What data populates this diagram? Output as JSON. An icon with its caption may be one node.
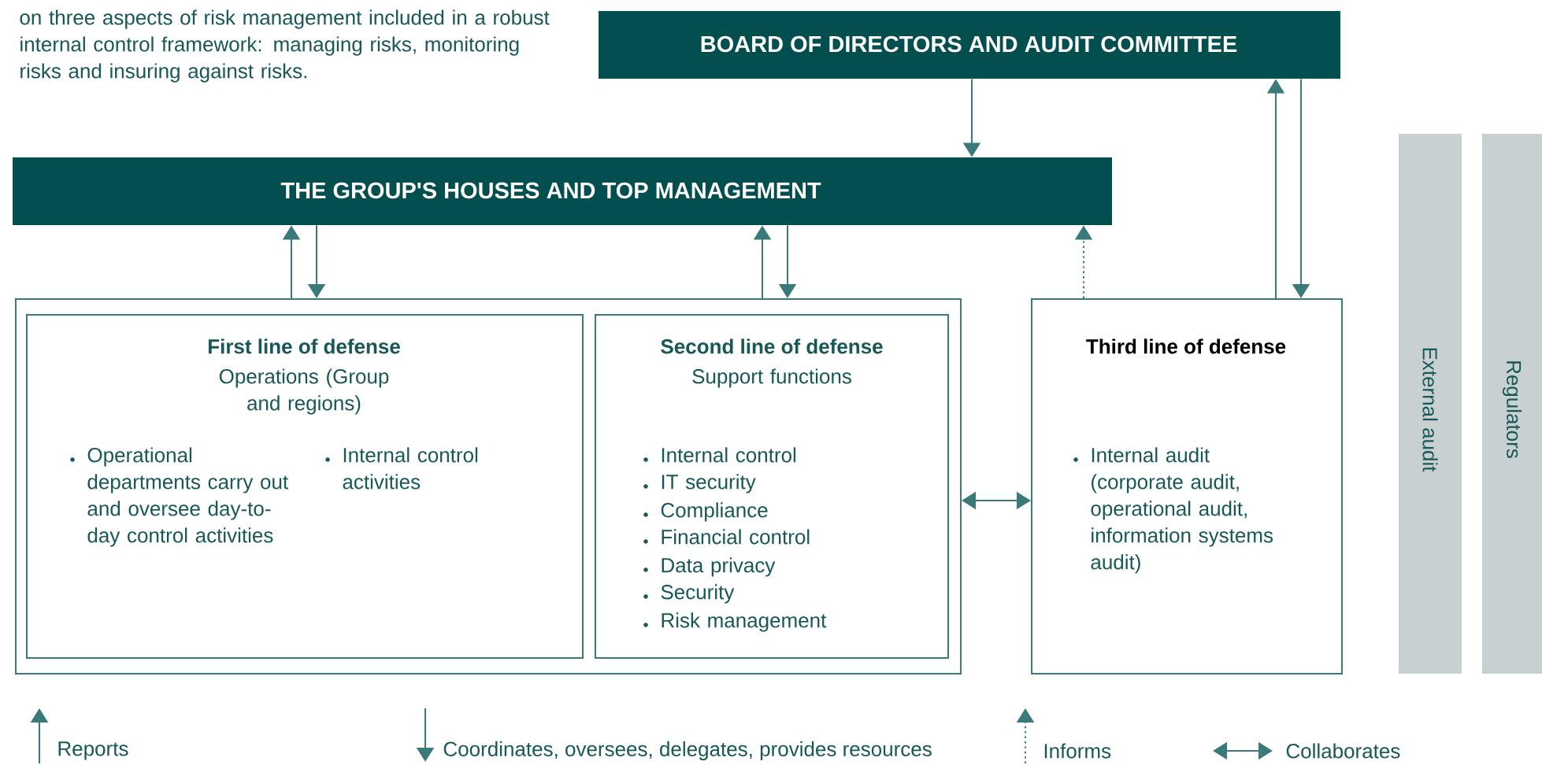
{
  "diagram": {
    "nodes": [
      {
        "text": [
          "BOARD OF DIRECTORS AND AUDIT COMMITTEE"
        ]
      },
      {
        "text": [
          "THE GROUP'S HOUSES AND TOP MANAGEMENT"
        ]
      },
      {
        "text": [],
        "shape": "box"
      },
      {
        "text": [
          "First line of defense",
          "Operations (Group and regions)",
          "Operational departments carry out and oversee day-to-day control activities",
          "Internal control activities"
        ],
        "in": 2
      },
      {
        "text": [
          "Second line of defense",
          "Support functions",
          "Internal control",
          "IT security",
          "Compliance",
          "Financial control",
          "Data privacy",
          "Security",
          "Risk management"
        ],
        "in": 2
      },
      {
        "text": [
          "Third line of defense",
          "Internal audit (corporate audit, operational audit, information systems audit)"
        ]
      },
      {
        "text": [
          "External audit"
        ]
      },
      {
        "text": [
          "Regulators"
        ]
      }
    ],
    "edges": [
      {
        "from": 0,
        "to": 1,
        "arrow": "to"
      },
      {
        "from": 2,
        "to": 1,
        "arrow": "to"
      },
      {
        "from": 1,
        "to": 2,
        "arrow": "to"
      },
      {
        "from": 2,
        "to": 1,
        "arrow": "to"
      },
      {
        "from": 1,
        "to": 2,
        "arrow": "to"
      },
      {
        "from": 5,
        "to": 1,
        "arrow": "to",
        "style": "dashed"
      },
      {
        "from": 5,
        "to": 0,
        "arrow": "to"
      },
      {
        "from": 0,
        "to": 5,
        "arrow": "to"
      },
      {
        "from": 2,
        "to": 5,
        "arrow": "both"
      }
    ],
    "labels": [
      "on three aspects of risk management included in a robust internal control framework: managing risks, monitoring risks and insuring against risks."
    ],
    "legend": [
      {
        "text": "Reports"
      },
      {
        "text": "Coordinates, oversees, delegates, provides resources"
      },
      {
        "text": "Informs"
      },
      {
        "text": "Collaborates"
      }
    ]
  }
}
